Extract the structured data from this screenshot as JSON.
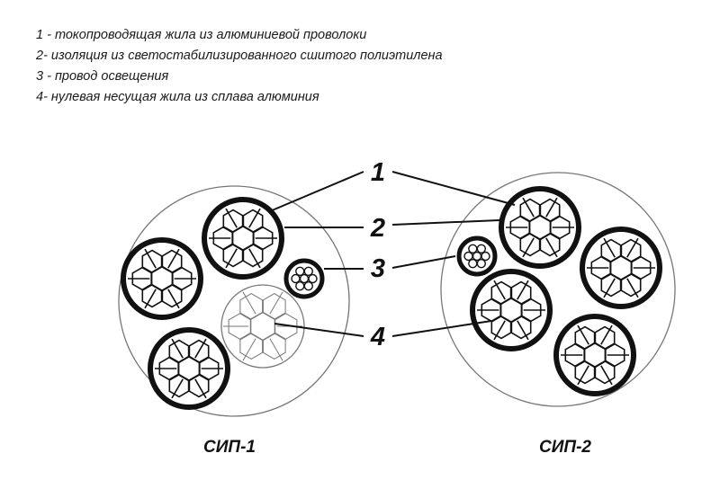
{
  "legend": [
    "1 - токопроводящая жила из алюминиевой проволоки",
    "2- изоляция из светостабилизированного сшитого полиэтилена",
    "3 - провод освещения",
    "4- нулевая несущая жила из сплава алюминия"
  ],
  "callouts": [
    "1",
    "2",
    "3",
    "4"
  ],
  "captions": {
    "left": "СИП-1",
    "right": "СИП-2"
  },
  "colors": {
    "ink": "#111111",
    "outline": "#777777",
    "background": "#ffffff"
  }
}
